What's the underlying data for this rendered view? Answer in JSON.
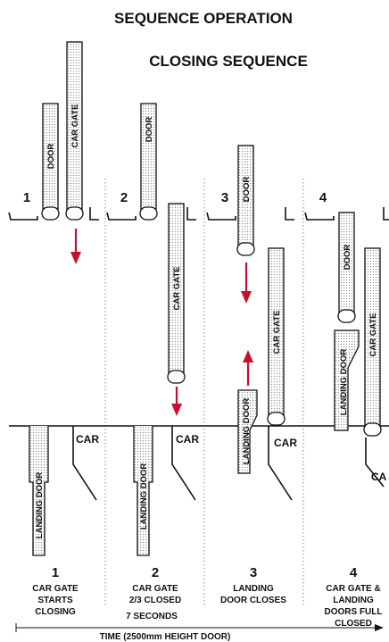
{
  "header": {
    "title": "SEQUENCE OPERATION",
    "subtitle": "CLOSING SEQUENCE"
  },
  "labels": {
    "door": "DOOR",
    "car_gate": "CAR GATE",
    "landing_door": "LANDING DOOR",
    "car": "CAR",
    "car_cut": "CA"
  },
  "steps": [
    {
      "number": "1",
      "caption": [
        "CAR GATE",
        "STARTS",
        "CLOSING"
      ]
    },
    {
      "number": "2",
      "caption": [
        "CAR GATE",
        "2/3 CLOSED"
      ]
    },
    {
      "number": "3",
      "caption": [
        "LANDING",
        "DOOR CLOSES"
      ]
    },
    {
      "number": "4",
      "caption": [
        "CAR GATE &",
        "LANDING",
        "DOORS FULL",
        "CLOSED"
      ]
    }
  ],
  "timeline": {
    "duration": "7 SECONDS",
    "caption": "TIME (2500mm HEIGHT DOOR)"
  },
  "colors": {
    "arrow": "#c8102e",
    "ink": "#111111",
    "stipple": "#bdbdbd",
    "divider": "#8a8a8a"
  }
}
